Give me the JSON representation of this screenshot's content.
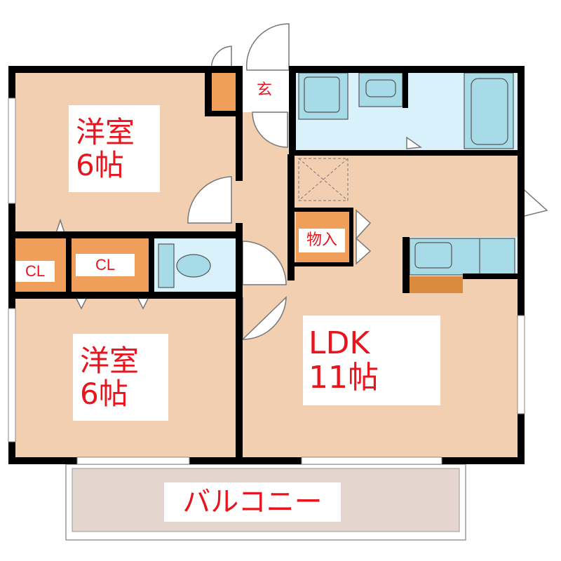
{
  "rooms": {
    "western_room_1": {
      "name": "洋室",
      "size": "6帖"
    },
    "western_room_2": {
      "name": "洋室",
      "size": "6帖"
    },
    "ldk": {
      "name": "LDK",
      "size": "11帖"
    },
    "entrance": "玄",
    "storage": "物入",
    "closet_1": "CL",
    "closet_2": "CL",
    "balcony": "バルコニー"
  },
  "colors": {
    "room_floor": "#f3cfb1",
    "balcony": "#e4d6cf",
    "wet_area": "#d9f1fa",
    "fixture": "#a8dbe8",
    "closet": "#ef9f5a",
    "wall": "#000000",
    "label_text": "#e8141e"
  },
  "icons": [
    "door-swing-icon",
    "bathtub-icon",
    "washbasin-icon",
    "toilet-icon",
    "kitchen-sink-icon",
    "washing-machine-pan-icon"
  ]
}
